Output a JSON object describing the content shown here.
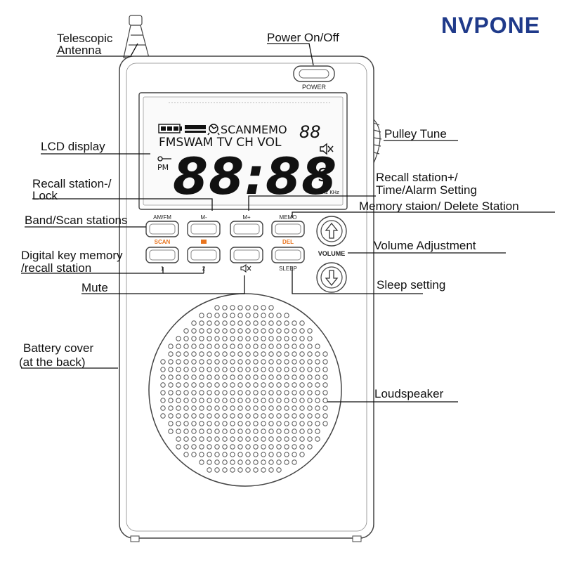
{
  "brand": {
    "logo": "NVPONE",
    "color": "#1f3a8a"
  },
  "colors": {
    "accent_orange": "#e8741e",
    "outline": "#444444"
  },
  "device": {
    "power_key": "POWER",
    "volume_key": "VOLUME",
    "lcd": {
      "battery_icon": "battery-icon",
      "signal_icon": "signal-icon",
      "alarm_icon": "alarm-icon",
      "top_row": "SCANMEMO",
      "top_digits": "88",
      "mid_row": "FMSWAM TV CH VOL",
      "pm": "PM",
      "main_digits": "88:88",
      "seconds_glyph": "S",
      "units": "MHz KHz",
      "mute_icon": "mute-icon"
    },
    "keys": {
      "am_fm": "AM/FM",
      "scan": "SCAN",
      "m_minus": "M-",
      "m_plus": "M+",
      "memo": "MEMO",
      "del": "DEL",
      "num_1": "1",
      "num_2": "2",
      "sleep": "SLEEP",
      "up_icon": "arrow-up-icon",
      "down_icon": "arrow-down-icon"
    }
  },
  "callouts": {
    "antenna_1": "Telescopic",
    "antenna_2": "Antenna",
    "power": "Power On/Off",
    "pulley": "Pulley Tune",
    "lcd": "LCD display",
    "recall_minus_1": "Recall station-/",
    "recall_minus_2": "Lock",
    "recall_plus_1": "Recall station+/",
    "recall_plus_2": "Time/Alarm Setting",
    "memory": "Memory staion/ Delete Station",
    "band": "Band/Scan stations",
    "volume": "Volume Adjustment",
    "digital_1": "Digital key memory",
    "digital_2": "/recall station",
    "mute": "Mute",
    "sleep": "Sleep setting",
    "battery_1": "Battery cover",
    "battery_2": "(at the back)",
    "speaker": "Loudspeaker"
  }
}
